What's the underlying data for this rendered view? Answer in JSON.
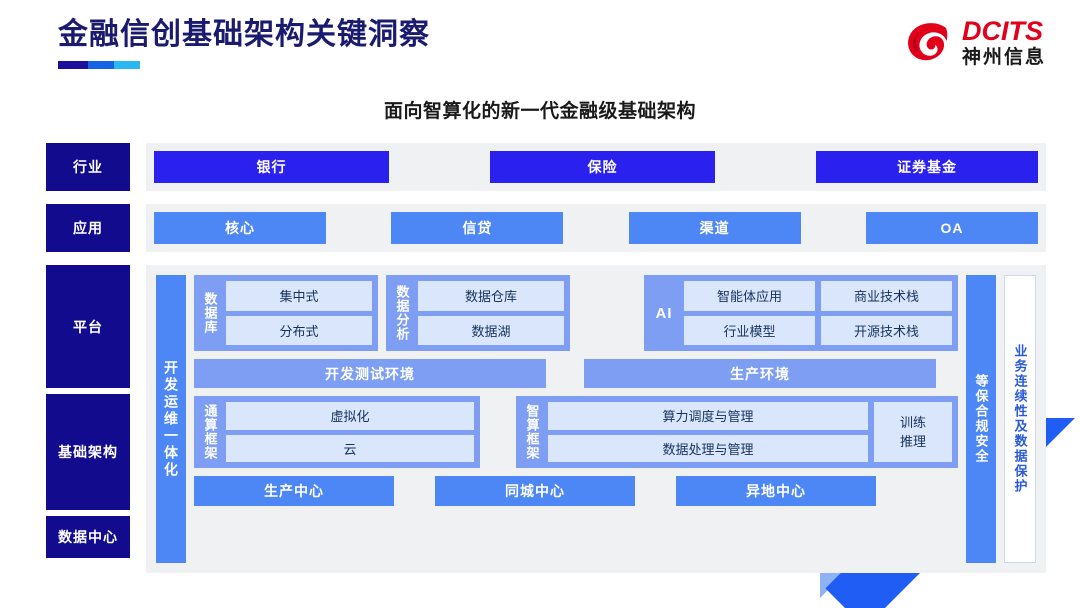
{
  "header": {
    "title": "金融信创基础架构关键洞察",
    "accent_colors": [
      "#1b0f9c",
      "#1763e8",
      "#29b9ee"
    ]
  },
  "logo": {
    "icon": "dcits-swoosh-logo",
    "en": "DCITS",
    "cn": "神州信息",
    "en_color": "#e2001a",
    "cn_color": "#1a1a1a"
  },
  "subtitle": "面向智算化的新一代金融级基础架构",
  "colors": {
    "label_dark": "#130b8e",
    "pill_dark": "#2a21ef",
    "pill_light": "#4d86f5",
    "group_blue": "#7d9ef2",
    "cell_light": "#d9e6fc",
    "panel_bg": "#f0f1f3"
  },
  "layers": {
    "industry": {
      "label": "行业",
      "items": [
        "银行",
        "保险",
        "证券基金"
      ]
    },
    "application": {
      "label": "应用",
      "items": [
        "核心",
        "信贷",
        "渠道",
        "OA"
      ]
    },
    "platform": {
      "label": "平台"
    },
    "infrastructure": {
      "label": "基础架构"
    },
    "datacenter": {
      "label": "数据中心"
    }
  },
  "devops": {
    "label": "开发运维一体化"
  },
  "platform_groups": [
    {
      "name": "database",
      "label": "数据库",
      "cells": [
        "集中式",
        "分布式"
      ]
    },
    {
      "name": "data-analysis",
      "label": "数据分析",
      "cells": [
        "数据仓库",
        "数据湖"
      ]
    },
    {
      "name": "ai",
      "label": "AI",
      "cells_left": [
        "智能体应用",
        "行业模型"
      ],
      "cells_right": [
        "商业技术栈",
        "开源技术栈"
      ]
    }
  ],
  "environments": {
    "dev_test": "开发测试环境",
    "production": "生产环境"
  },
  "frameworks": [
    {
      "name": "general-compute-framework",
      "label": "通算框架",
      "cells": [
        "虚拟化",
        "云"
      ]
    },
    {
      "name": "intelligent-compute-framework",
      "label": "智算框架",
      "cells": [
        "算力调度与管理",
        "数据处理与管理"
      ],
      "side_cell": [
        "训练",
        "推理"
      ]
    }
  ],
  "centers": [
    "生产中心",
    "同城中心",
    "异地中心"
  ],
  "right_bars": [
    {
      "name": "compliance-security",
      "label": "等保合规安全",
      "style": "filled"
    },
    {
      "name": "business-continuity",
      "label": "业务连续性及数据保护",
      "style": "outline"
    }
  ]
}
